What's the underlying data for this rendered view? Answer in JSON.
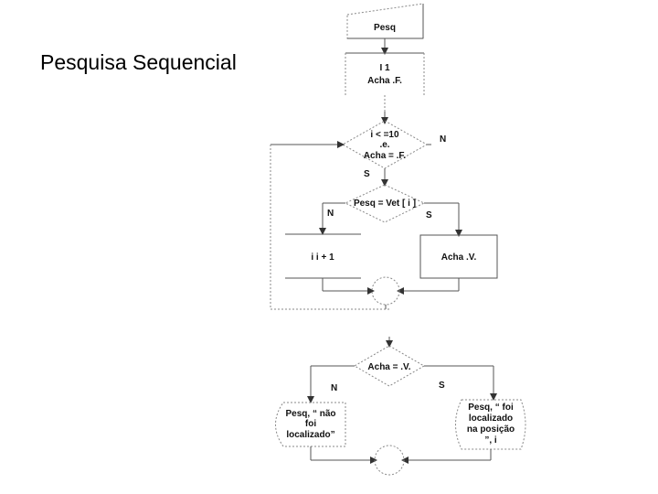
{
  "slide": {
    "title": "Pesquisa Sequencial"
  },
  "flowchart": {
    "input": "Pesq",
    "init": [
      "I  1",
      "Acha .F."
    ],
    "loop_condition": [
      "i < =10",
      ".e.",
      "Acha = .F."
    ],
    "loop_yes": "S",
    "loop_no": "N",
    "compare": "Pesq = Vet [ i ]",
    "compare_no": "N",
    "compare_yes": "S",
    "increment": "i  i + 1",
    "set_found": "Acha  .V.",
    "final_condition": "Acha = .V.",
    "final_no": "N",
    "final_yes": "S",
    "output_not_found": [
      "Pesq, “ não",
      "foi",
      "localizado”"
    ],
    "output_found": [
      "Pesq, “ foi",
      "localizado",
      "na posição",
      "”, i"
    ]
  }
}
